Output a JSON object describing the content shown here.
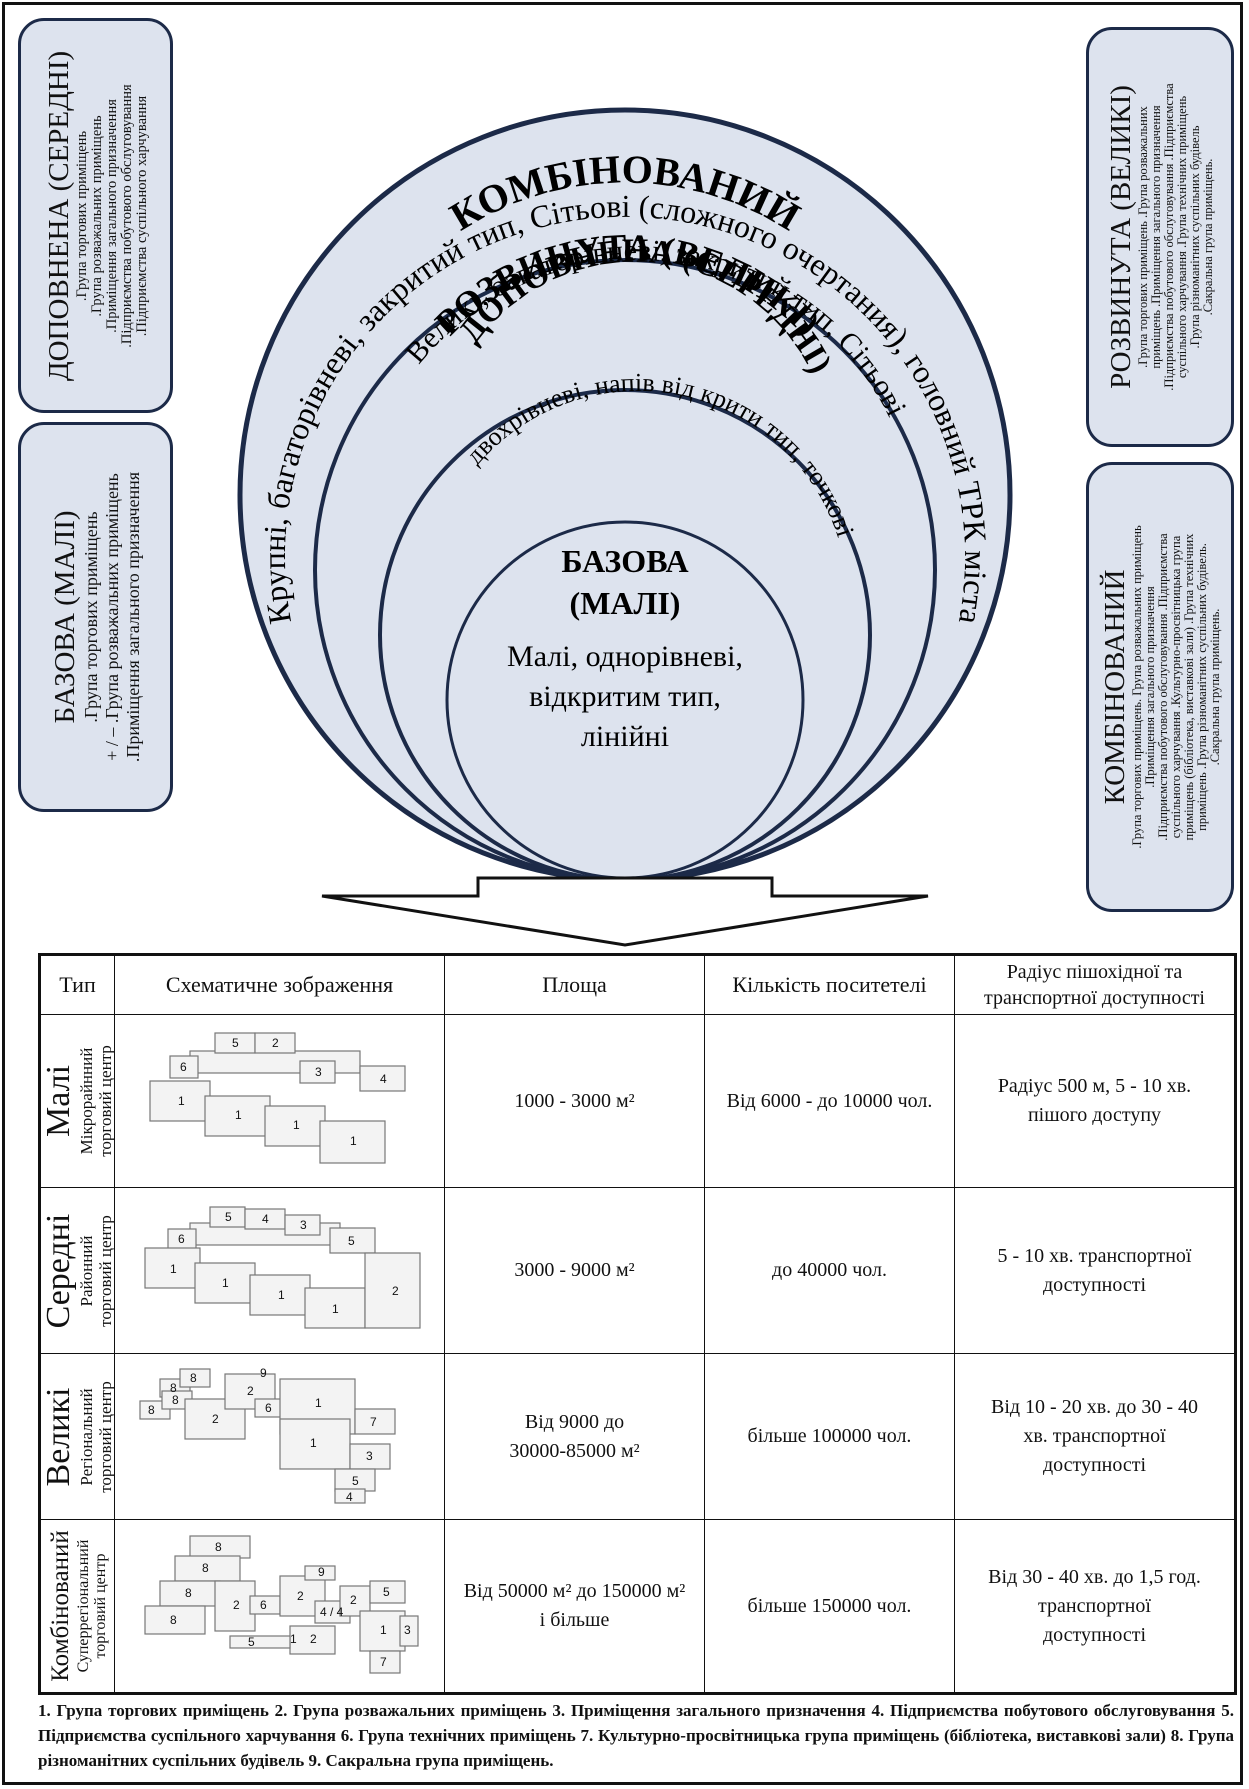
{
  "left_boxes": {
    "top": {
      "title": "ДОПОВНЕНА (СЕРЕДНІ)",
      "lines": [
        ".Група торгових приміщень",
        ".Група розважальних приміщень",
        ".Приміщення загального призначення",
        ".Підприємства побутового обслуговування",
        ".Підприємства суспільного харчування"
      ]
    },
    "bottom": {
      "title": "БАЗОВА (МАЛІ)",
      "lines": [
        ".Група торгових приміщень",
        "+ / – .Група розважальних приміщень",
        ".Приміщення загального призначення"
      ]
    }
  },
  "right_boxes": {
    "top": {
      "title": "РОЗВИНУТА (ВЕЛИКІ)",
      "lines": [
        ".Група торгових приміщень .Група розважальних",
        "приміщень .Приміщення загального призначення",
        ".Підприємства побутового обслуговування .Підприємства",
        "суспільного харчування .Група технічних приміщень",
        ".Група різноманітних суспільних будівель",
        ".Сакральна група приміщень."
      ]
    },
    "bottom": {
      "title": "КОМБІНОВАНИЙ",
      "lines": [
        ".Група торгових приміщень. Група розважальних приміщень",
        ".Приміщення загального призначення",
        ".Підприємства побутового обслуговування .Підприємства",
        "суспільного харчування .Культурно-просвітницька група",
        "приміщень (бібліотека, виставкові зали) .Група технічних",
        "приміщень .Група різноманітних суспільних будівель.",
        ".Сакральна група приміщень."
      ]
    }
  },
  "circles": {
    "outer": {
      "title": "КОМБІНОВАНИЙ",
      "arc": "Крупні, багаторівневі, закритий тип, Сітьові (сложного очертания), головний ТРК міста"
    },
    "second": {
      "title": "РОЗВИНУТА (ВЕЛИКІ)",
      "arc": "Великі, багаторівневі, закритий тип, Сітьові"
    },
    "third": {
      "title": "ДОПОВНЕНА (СЕРЕДНІ)",
      "arc": "двохрівневі, напів від крити тип, точкові"
    },
    "inner": {
      "title_1": "БАЗОВА",
      "title_2": "(МАЛІ)",
      "line_1": "Малі, однорівневі,",
      "line_2": "відкритим тип,",
      "line_3": "лінійні"
    }
  },
  "colors": {
    "circle_fill": "#dde3ee",
    "circle_stroke": "#1c2a48",
    "box_fill": "#dde3ee"
  },
  "table": {
    "headers": [
      "Тип",
      "Схематичне зображення",
      "Площа",
      "Кількість поситетелі",
      "Радіус пішохідної та транспортної доступності"
    ],
    "rows": [
      {
        "type": "Малі",
        "subtype_1": "Мікрорайнний",
        "subtype_2": "торговий центр",
        "area": "1000 - 3000 м²",
        "visitors": "Від 6000 - до 10000 чол.",
        "radius_1": "Радіус 500 м, 5 - 10 хв.",
        "radius_2": "пішого доступу",
        "radius_3": ""
      },
      {
        "type": "Середні",
        "subtype_1": "Районний",
        "subtype_2": "торговий центр",
        "area": "3000 - 9000 м²",
        "visitors": "до 40000 чол.",
        "radius_1": "5 - 10 хв. транспортної",
        "radius_2": "доступності",
        "radius_3": ""
      },
      {
        "type": "Великі",
        "subtype_1": "Регіональний",
        "subtype_2": "торговий центр",
        "area": "Від 9000 до",
        "area_2": "30000-85000 м²",
        "visitors": "більше 100000 чол.",
        "radius_1": "Від 10 - 20 хв. до 30 - 40",
        "radius_2": "хв. транспортної",
        "radius_3": "доступності"
      },
      {
        "type": "Комбінований",
        "subtype_1": "Суперрегіональний",
        "subtype_2": "торговий центр",
        "area": "Від 50000 м² до 150000 м²",
        "area_2": "і більше",
        "visitors": "більше 150000 чол.",
        "radius_1": "Від 30 - 40 хв. до 1,5 год.",
        "radius_2": "транспортної",
        "radius_3": "доступності"
      }
    ]
  },
  "legend": "1. Група торгових приміщень 2. Група розважальних приміщень 3. Приміщення загального призначення 4. Підприємства побутового обслуговування 5. Підприємства суспільного харчування 6. Група технічних приміщень 7. Культурно-просвітницька група приміщень (бібліотека, виставкові зали) 8. Група різноманітних суспільних будівель 9. Сакральна група приміщень."
}
